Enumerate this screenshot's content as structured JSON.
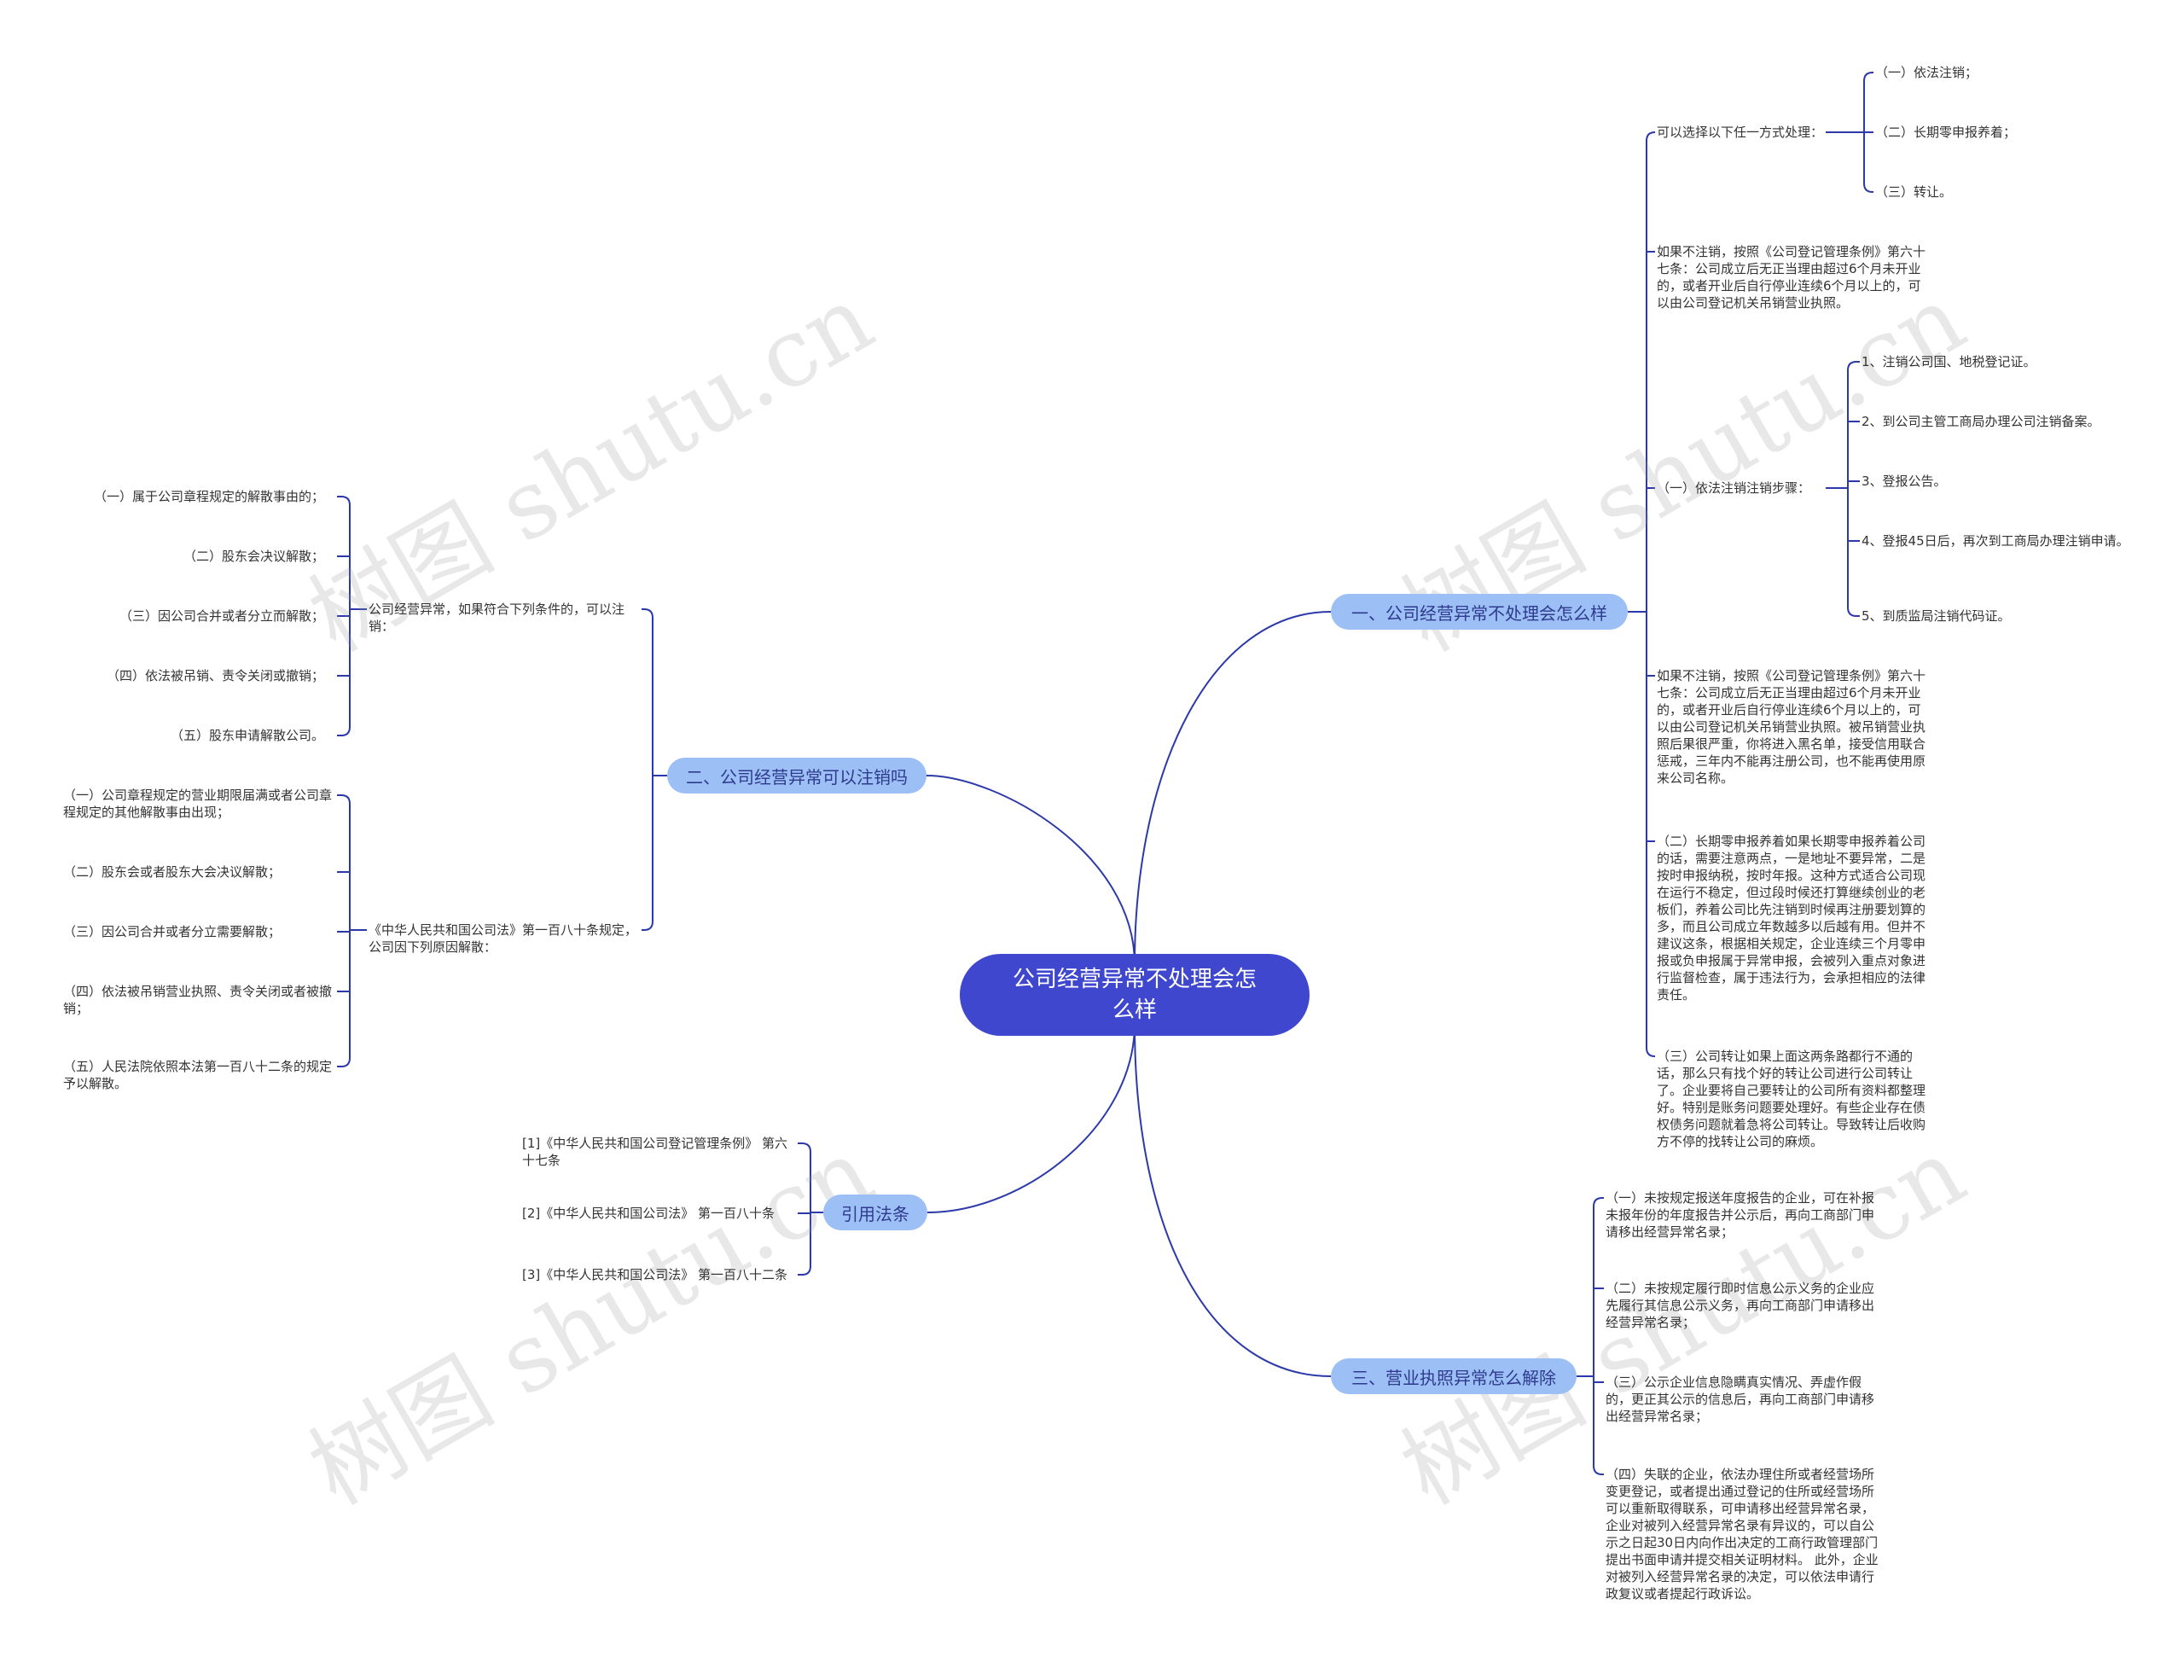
{
  "root": "公司经营异常不处理会怎么样",
  "branches": {
    "b1": {
      "title": "一、公司经营异常不处理会怎么样",
      "choose": "可以选择以下任一方式处理：",
      "choose_items": [
        "（一）依法注销；",
        "（二）长期零申报养着；",
        "（三）转让。"
      ],
      "p1": "如果不注销，按照《公司登记管理条例》第六十七条：公司成立后无正当理由超过6个月未开业的，或者开业后自行停业连续6个月以上的，可以由公司登记机关吊销营业执照。",
      "steps_label": "（一）依法注销注销步骤：",
      "steps": [
        "1、注销公司国、地税登记证。",
        "2、到公司主管工商局办理公司注销备案。",
        "3、登报公告。",
        "4、登报45日后，再次到工商局办理注销申请。",
        "5、到质监局注销代码证。"
      ],
      "p2": "如果不注销，按照《公司登记管理条例》第六十七条：公司成立后无正当理由超过6个月未开业的，或者开业后自行停业连续6个月以上的，可以由公司登记机关吊销营业执照。被吊销营业执照后果很严重，你将进入黑名单，接受信用联合惩戒，三年内不能再注册公司，也不能再使用原来公司名称。",
      "p3": "（二）长期零申报养着如果长期零申报养着公司的话，需要注意两点，一是地址不要异常，二是按时申报纳税，按时年报。这种方式适合公司现在运行不稳定，但过段时候还打算继续创业的老板们，养着公司比先注销到时候再注册要划算的多，而且公司成立年数越多以后越有用。但并不建议这条，根据相关规定，企业连续三个月零申报或负申报属于异常申报，会被列入重点对象进行监督检查，属于违法行为，会承担相应的法律责任。",
      "p4": "（三）公司转让如果上面这两条路都行不通的话，那么只有找个好的转让公司进行公司转让了。企业要将自己要转让的公司所有资料都整理好。特别是账务问题要处理好。有些企业存在债权债务问题就着急将公司转让。导致转让后收购方不停的找转让公司的麻烦。"
    },
    "b2": {
      "title": "二、公司经营异常可以注销吗",
      "a_label": "公司经营异常，如果符合下列条件的，可以注销：",
      "a_items": [
        "（一）属于公司章程规定的解散事由的；",
        "（二）股东会决议解散；",
        "（三）因公司合并或者分立而解散；",
        "（四）依法被吊销、责令关闭或撤销；",
        "（五）股东申请解散公司。"
      ],
      "b_label": "《中华人民共和国公司法》第一百八十条规定，公司因下列原因解散：",
      "b_items": [
        "（一）公司章程规定的营业期限届满或者公司章程规定的其他解散事由出现；",
        "（二）股东会或者股东大会决议解散；",
        "（三）因公司合并或者分立需要解散；",
        "（四）依法被吊销营业执照、责令关闭或者被撤销；",
        "（五）人民法院依照本法第一百八十二条的规定予以解散。"
      ]
    },
    "b3": {
      "title": "引用法条",
      "items": [
        "[1]《中华人民共和国公司登记管理条例》 第六十七条",
        "[2]《中华人民共和国公司法》 第一百八十条",
        "[3]《中华人民共和国公司法》 第一百八十二条"
      ]
    },
    "b4": {
      "title": "三、营业执照异常怎么解除",
      "items": [
        "（一）未按规定报送年度报告的企业，可在补报未报年份的年度报告并公示后，再向工商部门申请移出经营异常名录；",
        "（二）未按规定履行即时信息公示义务的企业应先履行其信息公示义务，再向工商部门申请移出经营异常名录；",
        "（三）公示企业信息隐瞒真实情况、弄虚作假的，更正其公示的信息后，再向工商部门申请移出经营异常名录；",
        "（四）失联的企业，依法办理住所或者经营场所变更登记，或者提出通过登记的住所或经营场所可以重新取得联系，可申请移出经营异常名录，企业对被列入经营异常名录有异议的，可以自公示之日起30日内向作出决定的工商行政管理部门提出书面申请并提交相关证明材料。 此外，企业对被列入经营异常名录的决定，可以依法申请行政复议或者提起行政诉讼。"
      ]
    }
  },
  "watermark": "树图 shutu.cn",
  "colors": {
    "root": "#3F47CF",
    "branch": "#9CC0F5",
    "edge": "#2B3AA8"
  }
}
